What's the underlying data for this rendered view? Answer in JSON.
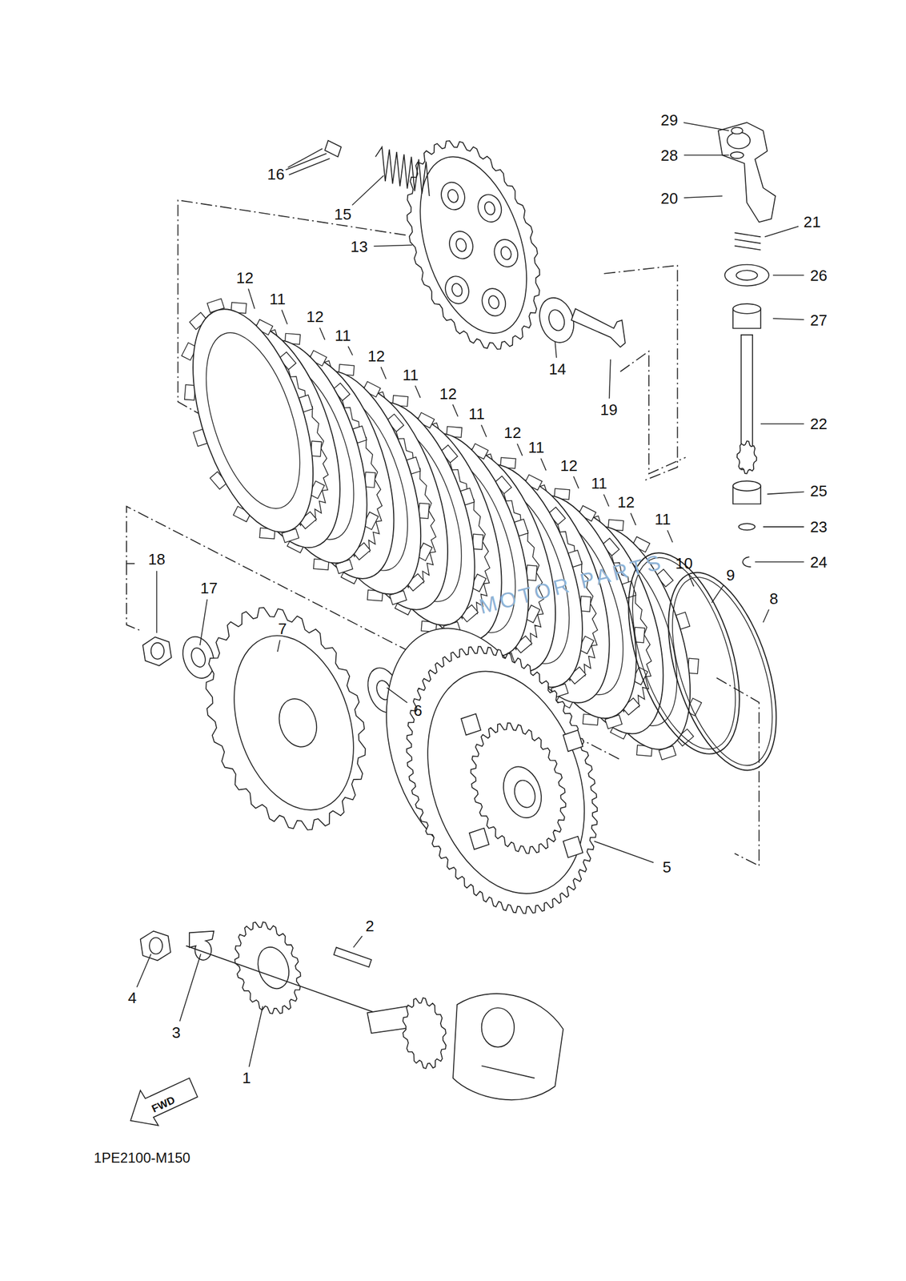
{
  "diagram": {
    "labels": [
      "29",
      "28",
      "16",
      "20",
      "15",
      "21",
      "13",
      "26",
      "12",
      "11",
      "12",
      "11",
      "12",
      "11",
      "27",
      "12",
      "11",
      "14",
      "19",
      "12",
      "22",
      "11",
      "12",
      "11",
      "25",
      "12",
      "11",
      "23",
      "24",
      "18",
      "10",
      "17",
      "9",
      "8",
      "7",
      "6",
      "5",
      "2",
      "4",
      "3",
      "1",
      "FWD",
      "1PE2100-M150",
      "MOTOR PARTS"
    ]
  }
}
